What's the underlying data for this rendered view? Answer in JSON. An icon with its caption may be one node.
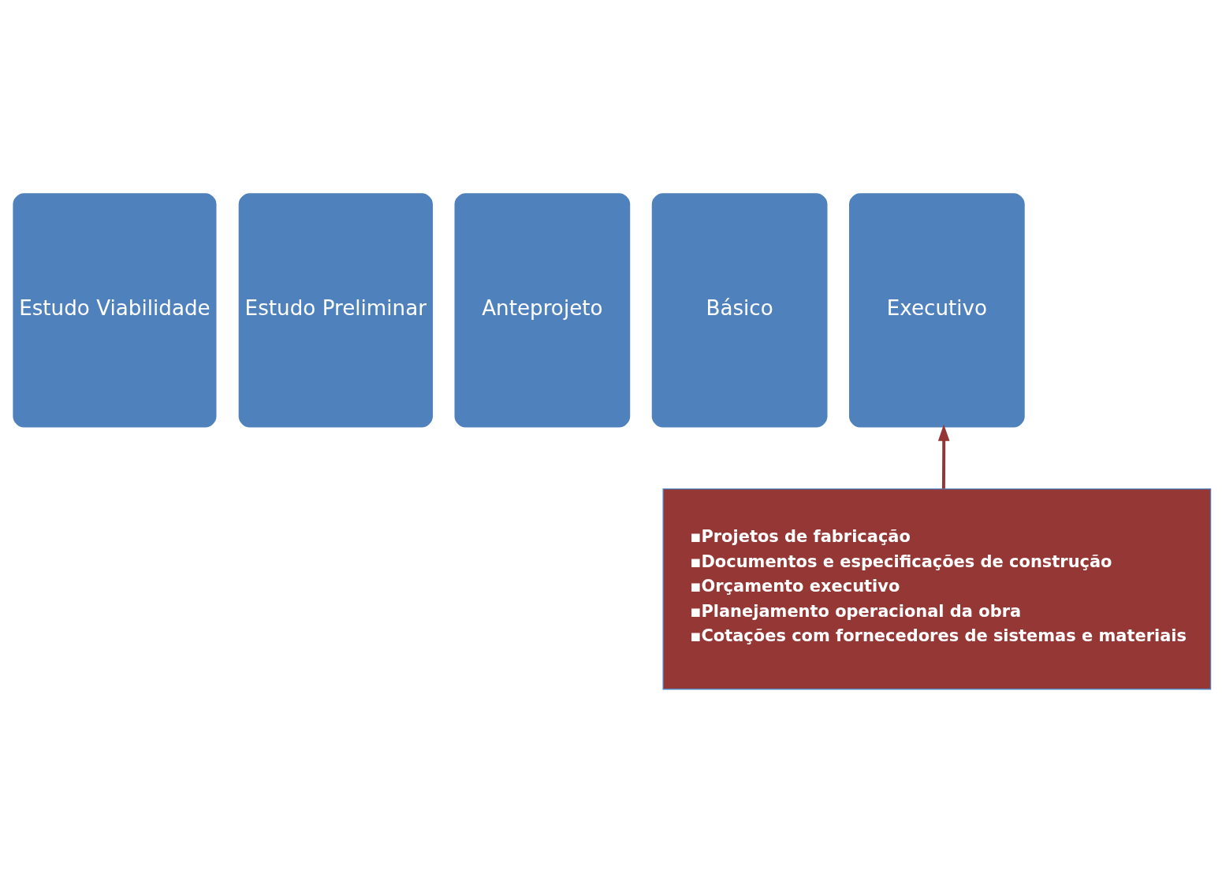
{
  "diagram": {
    "nodes": [
      {
        "text": [
          "Estudo Viabilidade"
        ]
      },
      {
        "text": [
          "Estudo Preliminar"
        ]
      },
      {
        "text": [
          "Anteprojeto"
        ]
      },
      {
        "text": [
          "Básico"
        ]
      },
      {
        "text": [
          "Executivo"
        ]
      },
      {
        "text": [
          "▪Projetos de fabricação",
          "▪Documentos e especificações de construção",
          "▪Orçamento executivo",
          "▪Planejamento operacional da obra",
          "▪Cotações com fornecedores de sistemas e materiais"
        ]
      }
    ],
    "edges": [
      {
        "from": 5,
        "to": 4,
        "arrow": "to"
      }
    ]
  }
}
